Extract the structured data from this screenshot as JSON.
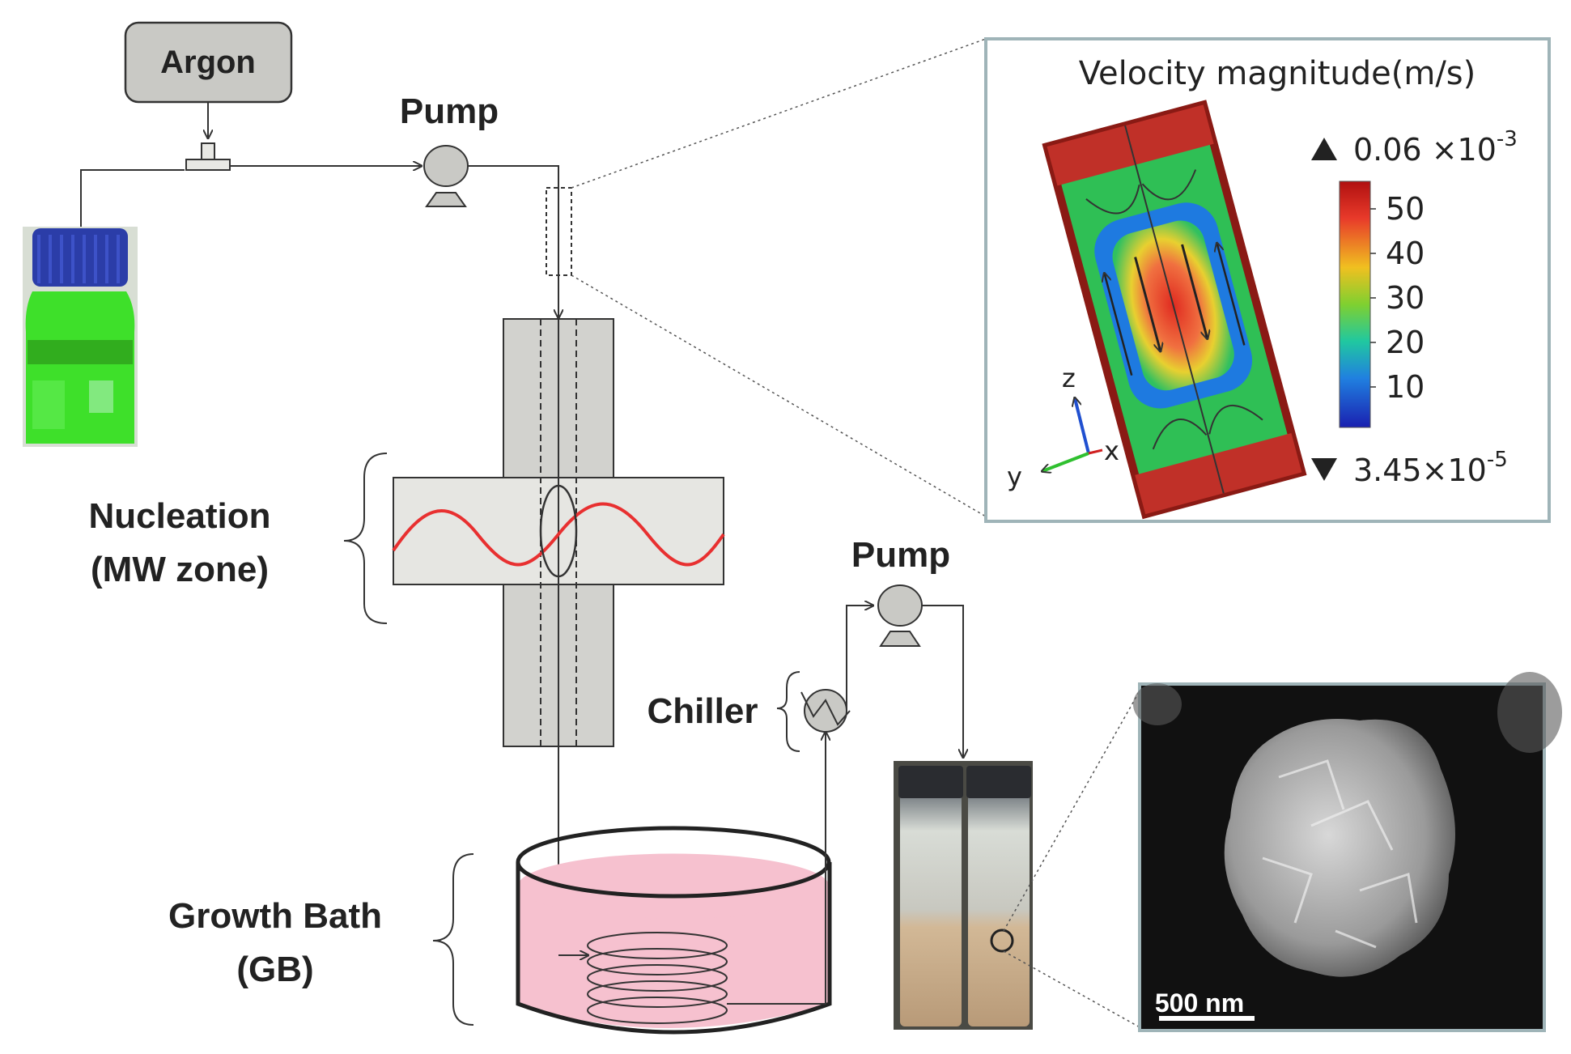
{
  "labels": {
    "argon": "Argon",
    "pump_top": "Pump",
    "pump_bottom": "Pump",
    "nucleation_line1": "Nucleation",
    "nucleation_line2": "(MW zone)",
    "chiller": "Chiller",
    "growth_bath_line1": "Growth Bath",
    "growth_bath_line2": "(GB)"
  },
  "velocity_inset": {
    "title": "Velocity magnitude(m/s)",
    "max_label": "0.06 ×10",
    "max_exp": "-3",
    "min_label": "3.45×10",
    "min_exp": "-5",
    "colorbar_ticks": [
      "50",
      "40",
      "30",
      "20",
      "10"
    ],
    "axes": {
      "z": "z",
      "x": "x",
      "y": "y"
    }
  },
  "sem_inset": {
    "scale_bar": "500 nm"
  },
  "colors": {
    "line": "#333333",
    "box_fill": "#d6d6d2",
    "gray_fill": "#c9c9c5",
    "wave": "#e83030",
    "bath": "#f6c1cf",
    "inset_border": "#9fb4b8",
    "bottle_liquid": "#3ee02a",
    "bottle_cap": "#2b3da8"
  }
}
